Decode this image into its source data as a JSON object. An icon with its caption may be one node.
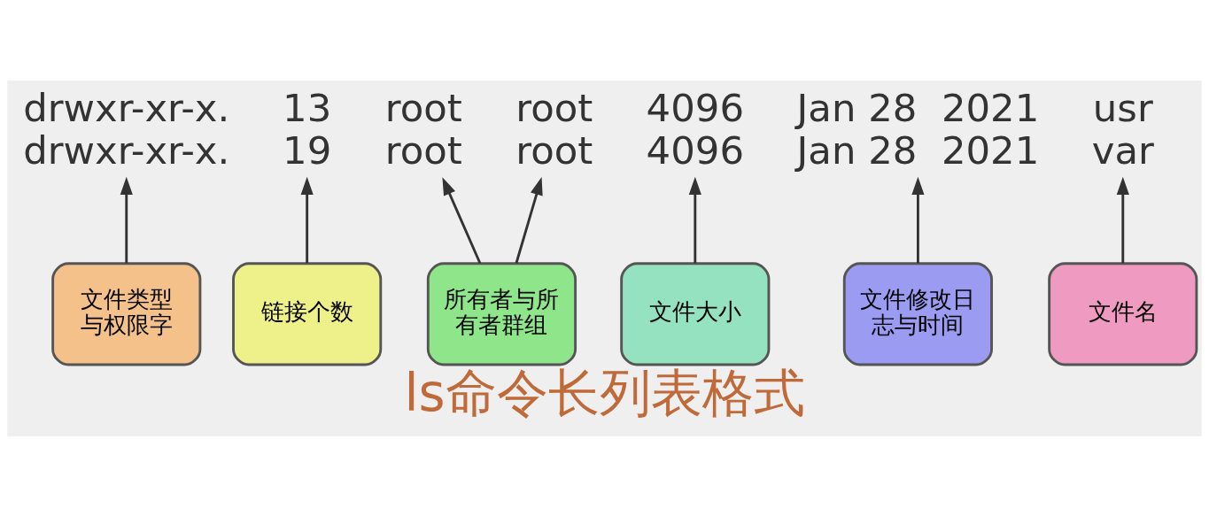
{
  "diagram": {
    "caption": "ls命令长列表格式",
    "nodes": [
      {
        "text": [
          "drwxr-xr-x.",
          "drwxr-xr-x."
        ]
      },
      {
        "text": [
          "13",
          "19"
        ]
      },
      {
        "text": [
          "root",
          "root"
        ]
      },
      {
        "text": [
          "root",
          "root"
        ]
      },
      {
        "text": [
          "4096",
          "4096"
        ]
      },
      {
        "text": [
          "Jan 28  2021",
          "Jan 28  2021"
        ]
      },
      {
        "text": [
          "usr",
          "var"
        ]
      },
      {
        "text": [
          "文件类型与权限字"
        ]
      },
      {
        "text": [
          "链接个数"
        ]
      },
      {
        "text": [
          "所有者与所有者群组"
        ]
      },
      {
        "text": [
          "文件大小"
        ]
      },
      {
        "text": [
          "文件修改日志与时间"
        ]
      },
      {
        "text": [
          "文件名"
        ]
      }
    ],
    "edges": [
      {
        "from": 7,
        "to": 0,
        "arrow": "to"
      },
      {
        "from": 8,
        "to": 1,
        "arrow": "to"
      },
      {
        "from": 9,
        "to": 2,
        "arrow": "to"
      },
      {
        "from": 9,
        "to": 3,
        "arrow": "to"
      },
      {
        "from": 10,
        "to": 4,
        "arrow": "to"
      },
      {
        "from": 11,
        "to": 5,
        "arrow": "to"
      },
      {
        "from": 12,
        "to": 6,
        "arrow": "to"
      }
    ]
  }
}
